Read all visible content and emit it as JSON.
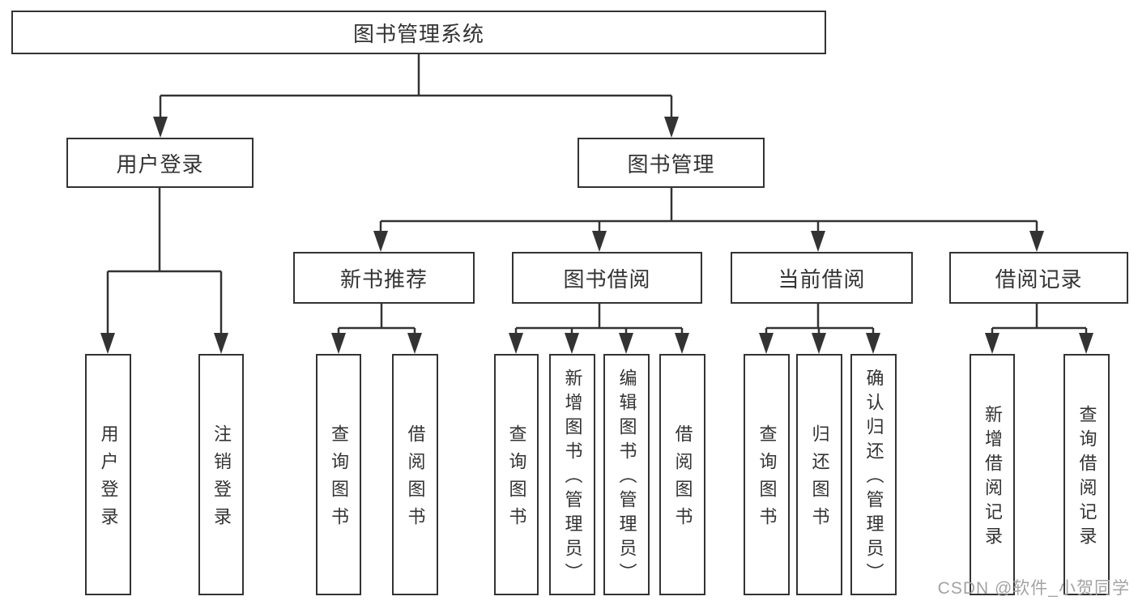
{
  "colors": {
    "background": "#ffffff",
    "line": "#333333",
    "box_border": "#333333",
    "text": "#333333",
    "watermark": "#a3a3a3"
  },
  "watermark": {
    "text": "CSDN @软件_小贺同学"
  },
  "tree": {
    "label": "图书管理系统",
    "children": [
      {
        "label": "用户登录",
        "children": [
          {
            "label": "用户登录"
          },
          {
            "label": "注销登录"
          }
        ]
      },
      {
        "label": "图书管理",
        "children": [
          {
            "label": "新书推荐",
            "children": [
              {
                "label": "查询图书"
              },
              {
                "label": "借阅图书"
              }
            ]
          },
          {
            "label": "图书借阅",
            "children": [
              {
                "label": "查询图书"
              },
              {
                "label": "新增图书（管理员）"
              },
              {
                "label": "编辑图书（管理员）"
              },
              {
                "label": "借阅图书"
              }
            ]
          },
          {
            "label": "当前借阅",
            "children": [
              {
                "label": "查询图书"
              },
              {
                "label": "归还图书"
              },
              {
                "label": "确认归还（管理员）"
              }
            ]
          },
          {
            "label": "借阅记录",
            "children": [
              {
                "label": "新增借阅记录"
              },
              {
                "label": "查询借阅记录"
              }
            ]
          }
        ]
      }
    ]
  }
}
